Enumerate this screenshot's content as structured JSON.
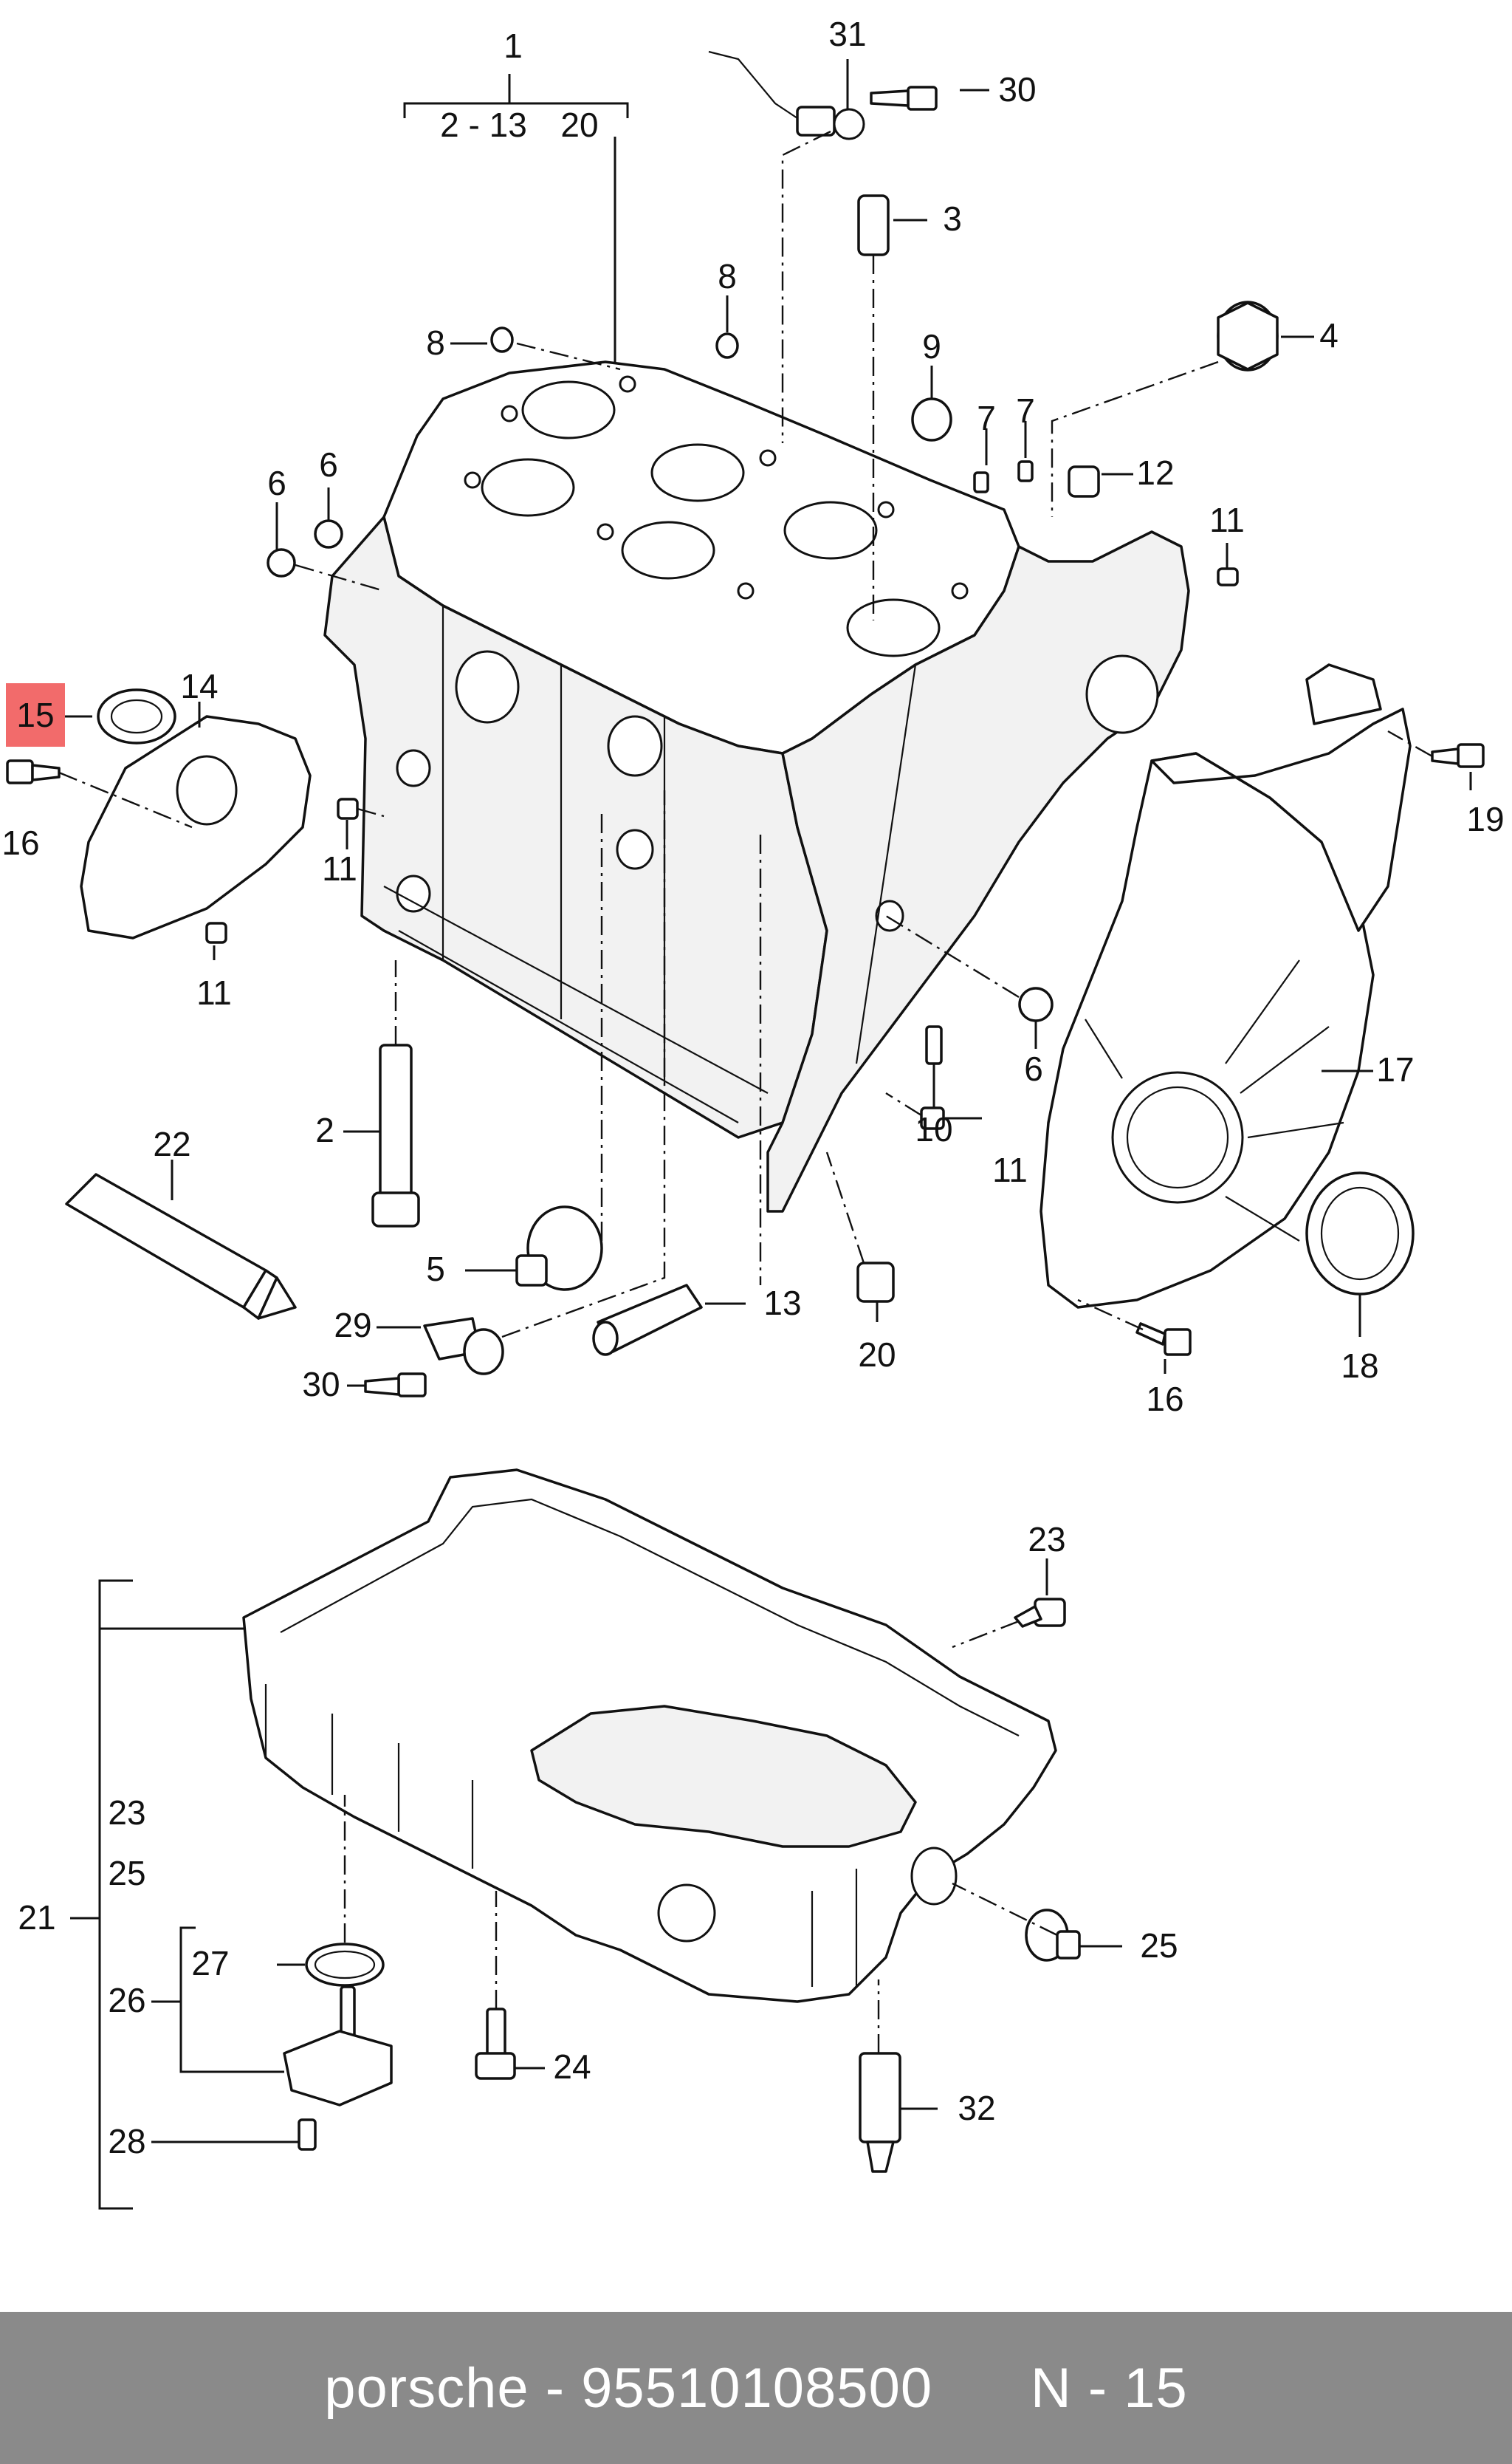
{
  "footer": {
    "brand": "porsche",
    "separator": " - ",
    "part_number": "95510108500",
    "page_ref": "N - 15"
  },
  "highlight_color": "#f26b6b",
  "callouts": [
    {
      "id": "c1",
      "label": "1"
    },
    {
      "id": "c2-13",
      "label": "2 - 13"
    },
    {
      "id": "c20top",
      "label": "20"
    },
    {
      "id": "c31",
      "label": "31"
    },
    {
      "id": "c30top",
      "label": "30"
    },
    {
      "id": "c3",
      "label": "3"
    },
    {
      "id": "c4",
      "label": "4"
    },
    {
      "id": "c8a",
      "label": "8"
    },
    {
      "id": "c8b",
      "label": "8"
    },
    {
      "id": "c9",
      "label": "9"
    },
    {
      "id": "c7a",
      "label": "7"
    },
    {
      "id": "c7b",
      "label": "7"
    },
    {
      "id": "c12",
      "label": "12"
    },
    {
      "id": "c11a",
      "label": "11"
    },
    {
      "id": "c6a",
      "label": "6"
    },
    {
      "id": "c6b",
      "label": "6"
    },
    {
      "id": "c15",
      "label": "15",
      "highlight": true
    },
    {
      "id": "c14",
      "label": "14"
    },
    {
      "id": "c16a",
      "label": "16"
    },
    {
      "id": "c11b",
      "label": "11"
    },
    {
      "id": "c11c",
      "label": "11"
    },
    {
      "id": "c19",
      "label": "19"
    },
    {
      "id": "c17",
      "label": "17"
    },
    {
      "id": "c6c",
      "label": "6"
    },
    {
      "id": "c10",
      "label": "10"
    },
    {
      "id": "c11d",
      "label": "11"
    },
    {
      "id": "c2",
      "label": "2"
    },
    {
      "id": "c22",
      "label": "22"
    },
    {
      "id": "c5",
      "label": "5"
    },
    {
      "id": "c13",
      "label": "13"
    },
    {
      "id": "c29",
      "label": "29"
    },
    {
      "id": "c30b",
      "label": "30"
    },
    {
      "id": "c20b",
      "label": "20"
    },
    {
      "id": "c16b",
      "label": "16"
    },
    {
      "id": "c18",
      "label": "18"
    },
    {
      "id": "c23top",
      "label": "23"
    },
    {
      "id": "c21",
      "label": "21"
    },
    {
      "id": "c23l",
      "label": "23"
    },
    {
      "id": "c25l",
      "label": "25"
    },
    {
      "id": "c25r",
      "label": "25"
    },
    {
      "id": "c26",
      "label": "26"
    },
    {
      "id": "c27",
      "label": "27"
    },
    {
      "id": "c28",
      "label": "28"
    },
    {
      "id": "c24",
      "label": "24"
    },
    {
      "id": "c32",
      "label": "32"
    }
  ]
}
